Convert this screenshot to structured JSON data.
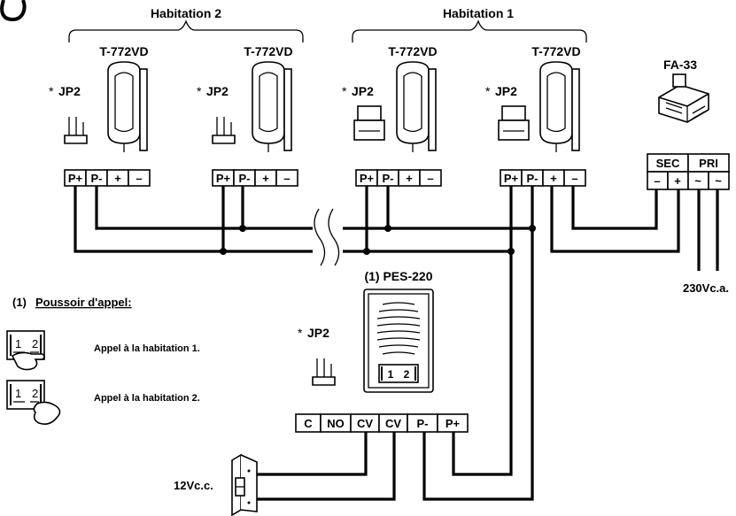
{
  "groups": {
    "habitation2": "Habitation 2",
    "habitation1": "Habitation 1"
  },
  "monitors": [
    {
      "model": "T-772VD",
      "jumper": "JP2"
    },
    {
      "model": "T-772VD",
      "jumper": "JP2"
    },
    {
      "model": "T-772VD",
      "jumper": "JP2"
    },
    {
      "model": "T-772VD",
      "jumper": "JP2"
    }
  ],
  "monitor_terminals": [
    "P+",
    "P-",
    "+",
    "–"
  ],
  "power_supply": {
    "model": "FA-33",
    "sec_label": "SEC",
    "pri_label": "PRI",
    "terminals": [
      "–",
      "+",
      "~",
      "~"
    ],
    "mains": "230Vc.a."
  },
  "panel": {
    "title": "(1) PES-220",
    "jumper": "JP2",
    "button_1": "1",
    "button_2": "2",
    "terminals": [
      "C",
      "NO",
      "CV",
      "CV",
      "P-",
      "P+"
    ]
  },
  "lock_voltage": "12Vc.c.",
  "legend": {
    "prefix": "(1)",
    "title": "Poussoir d'appel:",
    "items": [
      {
        "text": "Appel à la habitation 1.",
        "n1": "1",
        "n2": "2"
      },
      {
        "text": "Appel à la habitation 2.",
        "n1": "1",
        "n2": "2"
      }
    ]
  },
  "asterisk": "*"
}
